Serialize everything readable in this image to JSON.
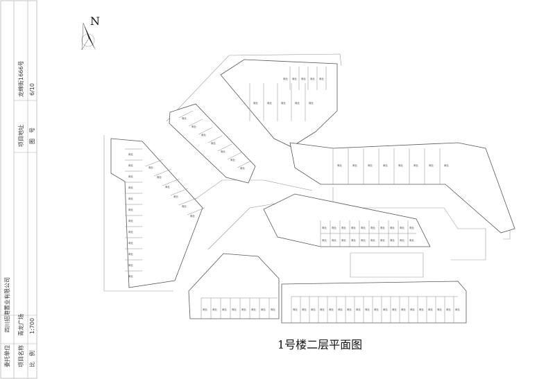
{
  "title_block": {
    "client_label": "委托单位",
    "client_value": "四川招港置业有限公司",
    "project_name_label": "项目名称",
    "project_name_value": "青龙广场",
    "scale_label": "比　例",
    "scale_value": "1:700",
    "address_label": "项目地址",
    "address_value": "龙绵街1666号",
    "drawing_no_label": "图　号",
    "drawing_no_value": "6/10"
  },
  "north_label": "N",
  "drawing_title": "1号楼二层平面图",
  "unit_label": "商业"
}
